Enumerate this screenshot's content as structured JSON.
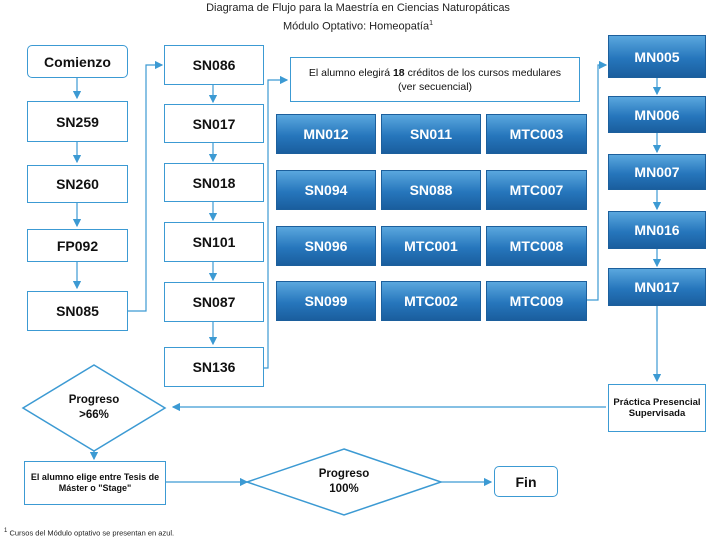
{
  "title": {
    "line1": "Diagrama de Flujo para la Maestría  en Ciencias Naturopáticas",
    "line2": "Módulo Optativo: Homeopatía",
    "line2_sup": "1"
  },
  "col1": [
    "Comienzo",
    "SN259",
    "SN260",
    "FP092",
    "SN085"
  ],
  "col2": [
    "SN086",
    "SN017",
    "SN018",
    "SN101",
    "SN087",
    "SN136"
  ],
  "electives_note": {
    "before": "El alumno elegirá ",
    "bold": "18",
    "after": " créditos de los cursos medulares (ver secuencial)"
  },
  "grid": [
    [
      "MN012",
      "SN011",
      "MTC003"
    ],
    [
      "SN094",
      "SN088",
      "MTC007"
    ],
    [
      "SN096",
      "MTC001",
      "MTC008"
    ],
    [
      "SN099",
      "MTC002",
      "MTC009"
    ]
  ],
  "col4": [
    "MN005",
    "MN006",
    "MN007",
    "MN016",
    "MN017"
  ],
  "practica": "Práctica Presencial Supervisada",
  "decision1": {
    "line1": "Progreso",
    "line2": ">66%"
  },
  "choice": "El alumno elige entre Tesis de Máster o \"Stage\"",
  "decision2": {
    "line1": "Progreso",
    "line2": "100%"
  },
  "fin": "Fin",
  "footnote": {
    "sup": "1",
    "text": "Cursos del Módulo optativo se presentan en azul."
  },
  "colors": {
    "outline": "#3c9ad3",
    "elective_blue": "#2676bc",
    "arrow": "#3c9ad3"
  }
}
